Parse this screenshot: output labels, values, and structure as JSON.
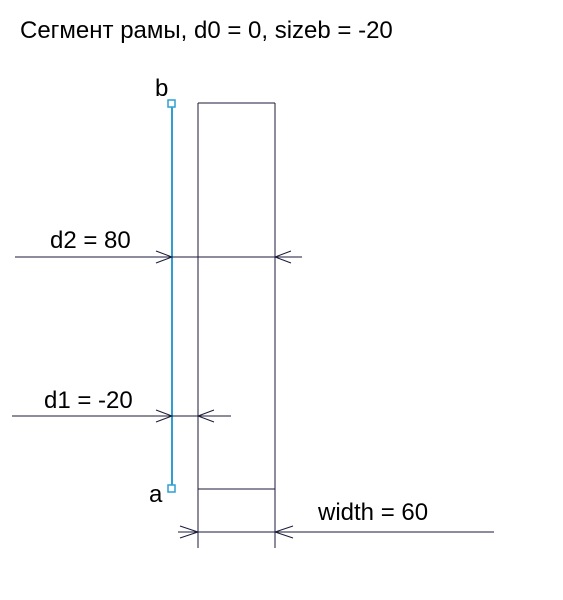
{
  "title": "Сегмент рамы, d0 = 0, sizeb = -20",
  "points": {
    "b": "b",
    "a": "a"
  },
  "dimensions": {
    "d2": "d2 = 80",
    "d1": "d1 = -20",
    "width": "width = 60"
  },
  "colors": {
    "axis": "#2f9fd1",
    "lines": "#1a1a3a",
    "text": "#000000"
  }
}
